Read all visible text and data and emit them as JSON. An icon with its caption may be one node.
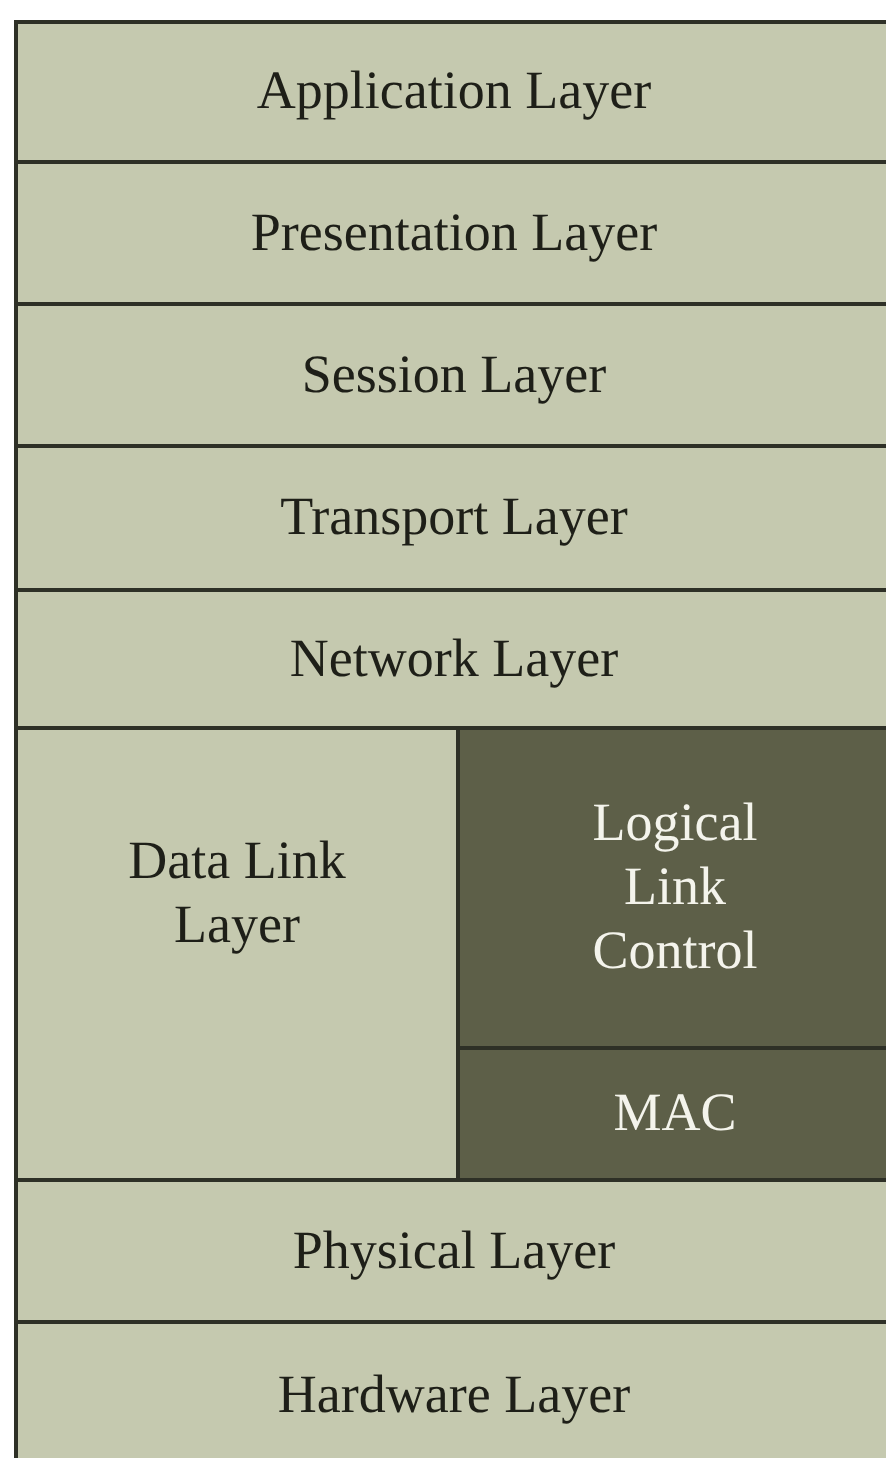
{
  "diagram": {
    "nodes": [
      {
        "text": [
          "Application Layer"
        ]
      },
      {
        "text": [
          "Presentation Layer"
        ]
      },
      {
        "text": [
          "Session Layer"
        ]
      },
      {
        "text": [
          "Transport Layer"
        ]
      },
      {
        "text": [
          "Network Layer"
        ]
      },
      {
        "text": [
          "Data Link Layer"
        ]
      },
      {
        "text": [
          "Logical Link Control"
        ]
      },
      {
        "text": [
          "MAC"
        ]
      },
      {
        "text": [
          "Physical Layer"
        ]
      },
      {
        "text": [
          "Hardware Layer"
        ]
      }
    ]
  }
}
